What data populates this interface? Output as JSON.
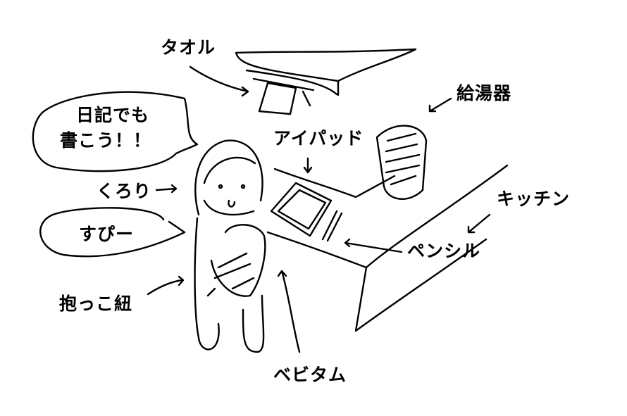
{
  "labels": {
    "towel": "タオル",
    "water_heater": "給湯器",
    "speech_diary_line1": "日記でも",
    "speech_diary_line2": "書こう！！",
    "ipad": "アイパッド",
    "kurori": "くろり",
    "kitchen": "キッチン",
    "speech_sleep": "すぴー",
    "pencil": "ペンシル",
    "baby_carrier": "抱っこ紐",
    "baby_item": "ベビタム"
  }
}
